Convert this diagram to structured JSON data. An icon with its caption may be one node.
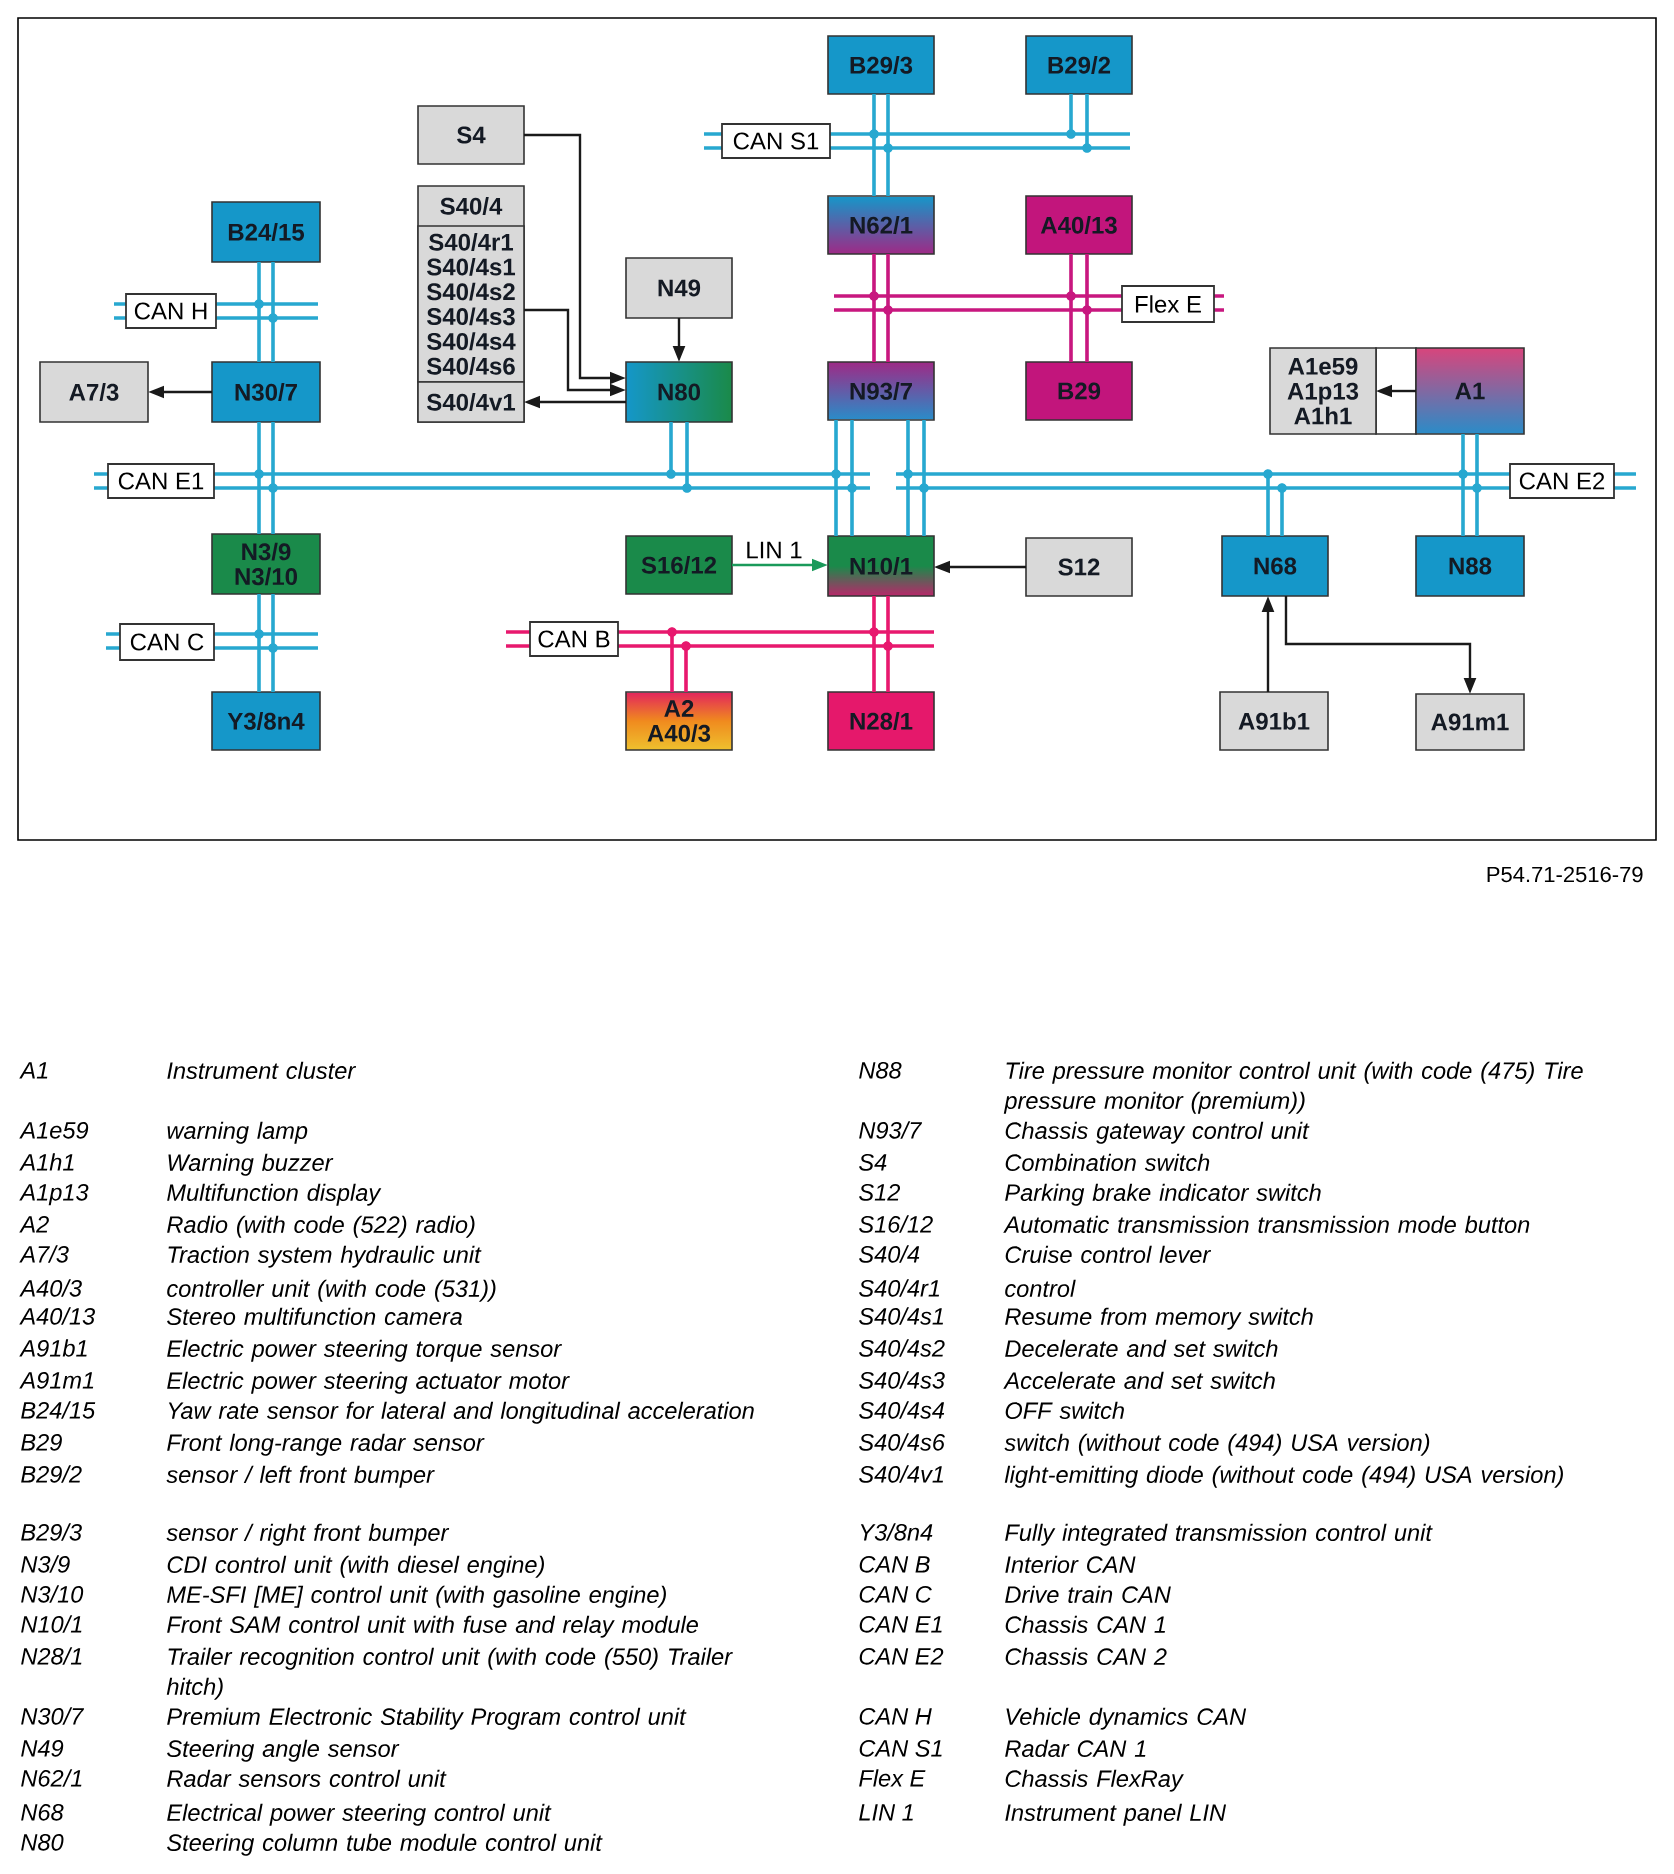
{
  "diagram": {
    "nodes": [
      {
        "text": [
          "B29/3"
        ]
      },
      {
        "text": [
          "B29/2"
        ]
      },
      {
        "text": [
          "S4"
        ]
      },
      {
        "text": [
          "CAN S1"
        ]
      },
      {
        "text": [
          "S40/4"
        ]
      },
      {
        "text": [
          "S40/4r1",
          "S40/4s1",
          "S40/4s2",
          "S40/4s3",
          "S40/4s4",
          "S40/4s6"
        ],
        "in": 4
      },
      {
        "text": [
          "S40/4v1"
        ],
        "in": 4
      },
      {
        "text": [
          "B24/15"
        ]
      },
      {
        "text": [
          "N62/1"
        ]
      },
      {
        "text": [
          "A40/13"
        ]
      },
      {
        "text": [
          "N49"
        ]
      },
      {
        "text": [
          "CAN H"
        ]
      },
      {
        "text": [
          "Flex E"
        ]
      },
      {
        "text": [
          "A7/3"
        ]
      },
      {
        "text": [
          "N30/7"
        ]
      },
      {
        "text": [
          "N80"
        ]
      },
      {
        "text": [
          "N93/7"
        ]
      },
      {
        "text": [
          "B29"
        ]
      },
      {
        "text": [
          "A1e59",
          "A1p13",
          "A1h1"
        ]
      },
      {
        "text": [
          "A1"
        ]
      },
      {
        "text": [
          "CAN E1"
        ]
      },
      {
        "text": [
          "CAN E2"
        ]
      },
      {
        "text": [
          "N3/9",
          "N3/10"
        ]
      },
      {
        "text": [
          "S16/12"
        ]
      },
      {
        "text": [
          "N10/1"
        ]
      },
      {
        "text": [
          "S12"
        ]
      },
      {
        "text": [
          "N68"
        ]
      },
      {
        "text": [
          "N88"
        ]
      },
      {
        "text": [
          "CAN C"
        ]
      },
      {
        "text": [
          "CAN B"
        ]
      },
      {
        "text": [
          "Y3/8n4"
        ]
      },
      {
        "text": [
          "A2",
          "A40/3"
        ]
      },
      {
        "text": [
          "N28/1"
        ]
      },
      {
        "text": [
          "A91b1"
        ]
      },
      {
        "text": [
          "A91m1"
        ]
      }
    ],
    "edges": [
      {
        "from": 0,
        "to": 3,
        "arrow": "none"
      },
      {
        "from": 3,
        "to": 8,
        "arrow": "none"
      },
      {
        "from": 1,
        "to": 3,
        "arrow": "none"
      },
      {
        "from": 2,
        "to": 15,
        "arrow": "to",
        "color": "#1a1a1a"
      },
      {
        "from": 5,
        "to": 15,
        "arrow": "to",
        "color": "#1a1a1a"
      },
      {
        "from": 15,
        "to": 6,
        "arrow": "to",
        "color": "#1a1a1a"
      },
      {
        "from": 10,
        "to": 15,
        "arrow": "to",
        "color": "#1a1a1a"
      },
      {
        "from": 7,
        "to": 11,
        "arrow": "none"
      },
      {
        "from": 11,
        "to": 14,
        "arrow": "none"
      },
      {
        "from": 8,
        "to": 12,
        "arrow": "none",
        "color": "#c8177f"
      },
      {
        "from": 12,
        "to": 16,
        "arrow": "none",
        "color": "#c8177f"
      },
      {
        "from": 9,
        "to": 12,
        "arrow": "none",
        "color": "#c8177f"
      },
      {
        "from": 12,
        "to": 17,
        "arrow": "none",
        "color": "#c8177f"
      },
      {
        "from": 14,
        "to": 13,
        "arrow": "to",
        "color": "#1a1a1a"
      },
      {
        "from": 14,
        "to": 20,
        "arrow": "none"
      },
      {
        "from": 15,
        "to": 20,
        "arrow": "none"
      },
      {
        "from": 16,
        "to": 20,
        "arrow": "none"
      },
      {
        "from": 16,
        "to": 21,
        "arrow": "none"
      },
      {
        "from": 19,
        "to": 18,
        "arrow": "to",
        "color": "#1a1a1a"
      },
      {
        "from": 19,
        "to": 21,
        "arrow": "none"
      },
      {
        "from": 20,
        "to": 22,
        "arrow": "none"
      },
      {
        "from": 20,
        "to": 24,
        "arrow": "none"
      },
      {
        "from": 21,
        "to": 24,
        "arrow": "none"
      },
      {
        "from": 21,
        "to": 26,
        "arrow": "none"
      },
      {
        "from": 21,
        "to": 27,
        "arrow": "none"
      },
      {
        "from": 23,
        "to": 24,
        "arrow": "to",
        "label": "LIN 1",
        "color": "#1a9a5a"
      },
      {
        "from": 25,
        "to": 24,
        "arrow": "to",
        "color": "#1a1a1a"
      },
      {
        "from": 22,
        "to": 28,
        "arrow": "none"
      },
      {
        "from": 28,
        "to": 30,
        "arrow": "none"
      },
      {
        "from": 24,
        "to": 29,
        "arrow": "none",
        "color": "#e8186e"
      },
      {
        "from": 29,
        "to": 31,
        "arrow": "none",
        "color": "#e8186e"
      },
      {
        "from": 29,
        "to": 32,
        "arrow": "none",
        "color": "#e8186e"
      },
      {
        "from": 33,
        "to": 26,
        "arrow": "to",
        "color": "#1a1a1a"
      },
      {
        "from": 26,
        "to": 34,
        "arrow": "to",
        "color": "#1a1a1a"
      }
    ],
    "labels": [
      "P54.71-2516-79",
      "A1",
      "Instrument cluster",
      "A1e59",
      "warning lamp",
      "A1h1",
      "Warning buzzer",
      "A1p13",
      "Multifunction display",
      "A2",
      "Radio (with code (522) radio)",
      "A7/3",
      "Traction system hydraulic unit",
      "A40/3",
      "controller unit (with code (531))",
      "A40/13",
      "Stereo multifunction camera",
      "A91b1",
      "Electric power steering torque sensor",
      "A91m1",
      "Electric power steering actuator motor",
      "B24/15",
      "Yaw rate sensor for lateral and longitudinal acceleration",
      "B29",
      "Front long-range radar sensor",
      "B29/2",
      "sensor / left front bumper",
      "B29/3",
      "sensor / right front bumper",
      "N3/9",
      "CDI control unit (with diesel engine)",
      "N3/10",
      "ME-SFI [ME] control unit (with gasoline engine)",
      "N10/1",
      "Front SAM control unit with fuse and relay module",
      "N28/1",
      "Trailer recognition control unit (with code (550) Trailer hitch)",
      "N30/7",
      "Premium Electronic Stability Program control unit",
      "N49",
      "Steering angle sensor",
      "N62/1",
      "Radar sensors control unit",
      "N68",
      "Electrical power steering control unit",
      "N80",
      "Steering column tube module control unit",
      "N88",
      "Tire pressure monitor control unit (with code (475) Tire pressure monitor (premium))",
      "N93/7",
      "Chassis gateway control unit",
      "S4",
      "Combination switch",
      "S12",
      "Parking brake indicator switch",
      "S16/12",
      "Automatic transmission transmission mode button",
      "S40/4",
      "Cruise control lever",
      "S40/4r1",
      "control",
      "S40/4s1",
      "Resume from memory switch",
      "S40/4s2",
      "Decelerate and set switch",
      "S40/4s3",
      "Accelerate and set switch",
      "S40/4s4",
      "OFF switch",
      "S40/4s6",
      "switch (without code (494) USA version)",
      "S40/4v1",
      "light-emitting diode (without code (494) USA version)",
      "Y3/8n4",
      "Fully integrated transmission control unit",
      "CAN B",
      "Interior CAN",
      "CAN C",
      "Drive train CAN",
      "CAN E1",
      "Chassis CAN 1",
      "CAN E2",
      "Chassis CAN 2",
      "CAN H",
      "Vehicle dynamics CAN",
      "CAN S1",
      "Radar CAN 1",
      "Flex E",
      "Chassis FlexRay",
      "LIN 1",
      "Instrument panel LIN"
    ]
  }
}
